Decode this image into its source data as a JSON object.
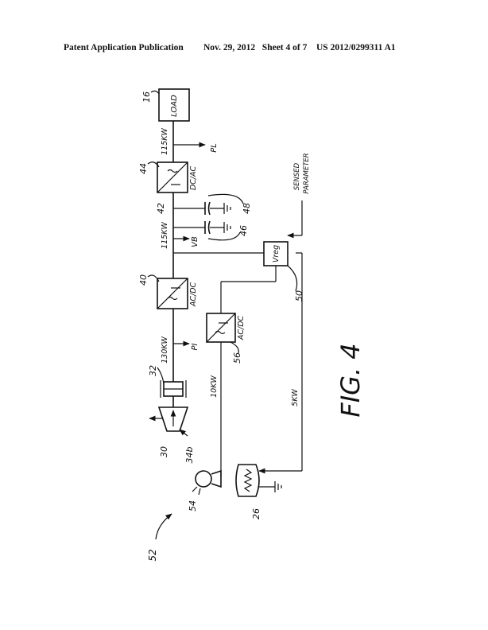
{
  "header": {
    "publication": "Patent Application Publication",
    "date": "Nov. 29, 2012",
    "sheet": "Sheet 4 of 7",
    "number": "US 2012/0299311 A1"
  },
  "figure": {
    "caption": "FIG. 4",
    "load": "LOAD",
    "dcac": "DC/AC",
    "acdc_main": "AC/DC",
    "acdc_aux": "AC/DC",
    "vreg": "Vreg",
    "sensed_line1": "SENSED",
    "sensed_line2": "PARAMETER",
    "p115_top": "115KW",
    "p115_mid": "115KW",
    "p130": "130KW",
    "p10": "10KW",
    "p5": "5KW",
    "pl": "PL",
    "vb": "VB",
    "pi": "PI",
    "ref_16": "16",
    "ref_44": "44",
    "ref_42": "42",
    "ref_48": "48",
    "ref_46": "46",
    "ref_40": "40",
    "ref_50": "50",
    "ref_32": "32",
    "ref_56": "56",
    "ref_30": "30",
    "ref_34b": "34b",
    "ref_54": "54",
    "ref_26": "26",
    "ref_52": "52"
  }
}
